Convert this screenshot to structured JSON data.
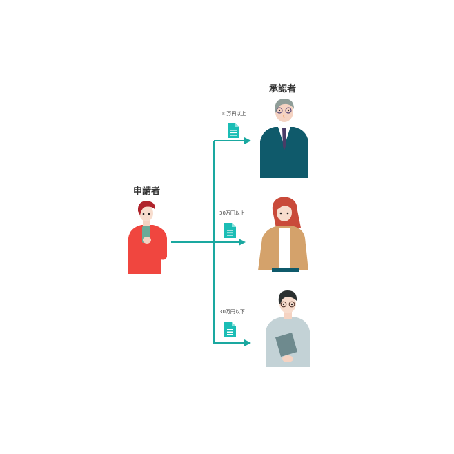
{
  "diagram": {
    "title_applicant": "申請者",
    "title_approver": "承認者",
    "accent_color": "#1aa8a0",
    "routes": [
      {
        "condition": "100万円以上",
        "approver": "senior-manager-in-navy-suit"
      },
      {
        "condition": "30万円以上",
        "approver": "woman-in-beige-jacket"
      },
      {
        "condition": "30万円以下",
        "approver": "man-with-glasses-holding-folder"
      }
    ],
    "applicant": {
      "description": "person-in-red-sweater-holding-phone"
    },
    "icons": {
      "document": "document-icon",
      "arrow": "arrow-right-icon"
    }
  }
}
